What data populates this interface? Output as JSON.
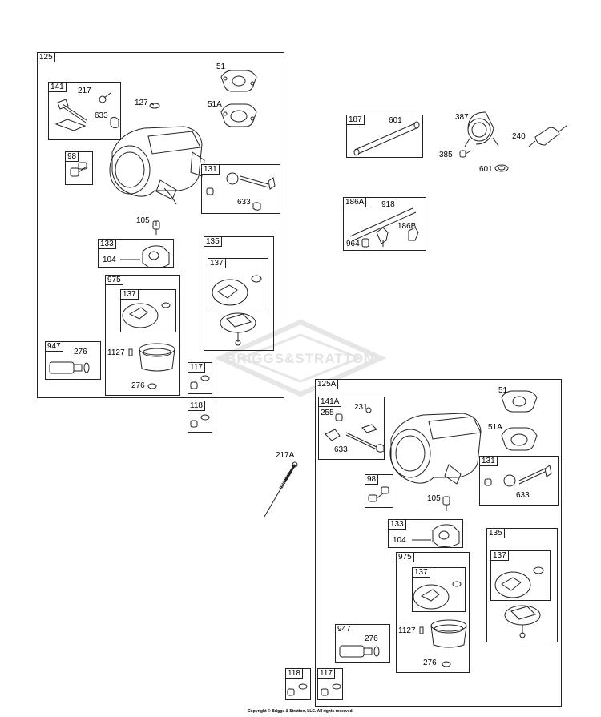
{
  "watermark": {
    "text": "BRIGGS&STRATTON"
  },
  "footer": {
    "copyright": "Copyright © Briggs & Stratton, LLC. All rights reserved."
  },
  "groups": [
    {
      "id": "125",
      "label": "125"
    },
    {
      "id": "141",
      "label": "141"
    },
    {
      "id": "98",
      "label": "98"
    },
    {
      "id": "131",
      "label": "131"
    },
    {
      "id": "133",
      "label": "133"
    },
    {
      "id": "135",
      "label": "135"
    },
    {
      "id": "137a",
      "label": "137"
    },
    {
      "id": "975",
      "label": "975"
    },
    {
      "id": "137b",
      "label": "137"
    },
    {
      "id": "947",
      "label": "947"
    },
    {
      "id": "117",
      "label": "117"
    },
    {
      "id": "118",
      "label": "118"
    },
    {
      "id": "187",
      "label": "187"
    },
    {
      "id": "186A",
      "label": "186A"
    },
    {
      "id": "125A",
      "label": "125A"
    },
    {
      "id": "141A",
      "label": "141A"
    },
    {
      "id": "98b",
      "label": "98"
    },
    {
      "id": "131b",
      "label": "131"
    },
    {
      "id": "133b",
      "label": "133"
    },
    {
      "id": "135b",
      "label": "135"
    },
    {
      "id": "137c",
      "label": "137"
    },
    {
      "id": "975b",
      "label": "975"
    },
    {
      "id": "137d",
      "label": "137"
    },
    {
      "id": "947b",
      "label": "947"
    },
    {
      "id": "118b",
      "label": "118"
    },
    {
      "id": "117b",
      "label": "117"
    }
  ],
  "callouts": [
    "51",
    "51A",
    "217",
    "127",
    "633",
    "633",
    "105",
    "104",
    "276",
    "1127",
    "276",
    "601",
    "387",
    "240",
    "385",
    "601",
    "918",
    "964",
    "186B",
    "217A",
    "51",
    "51A",
    "231",
    "255",
    "633",
    "633",
    "105",
    "104",
    "276",
    "1127",
    "276"
  ]
}
